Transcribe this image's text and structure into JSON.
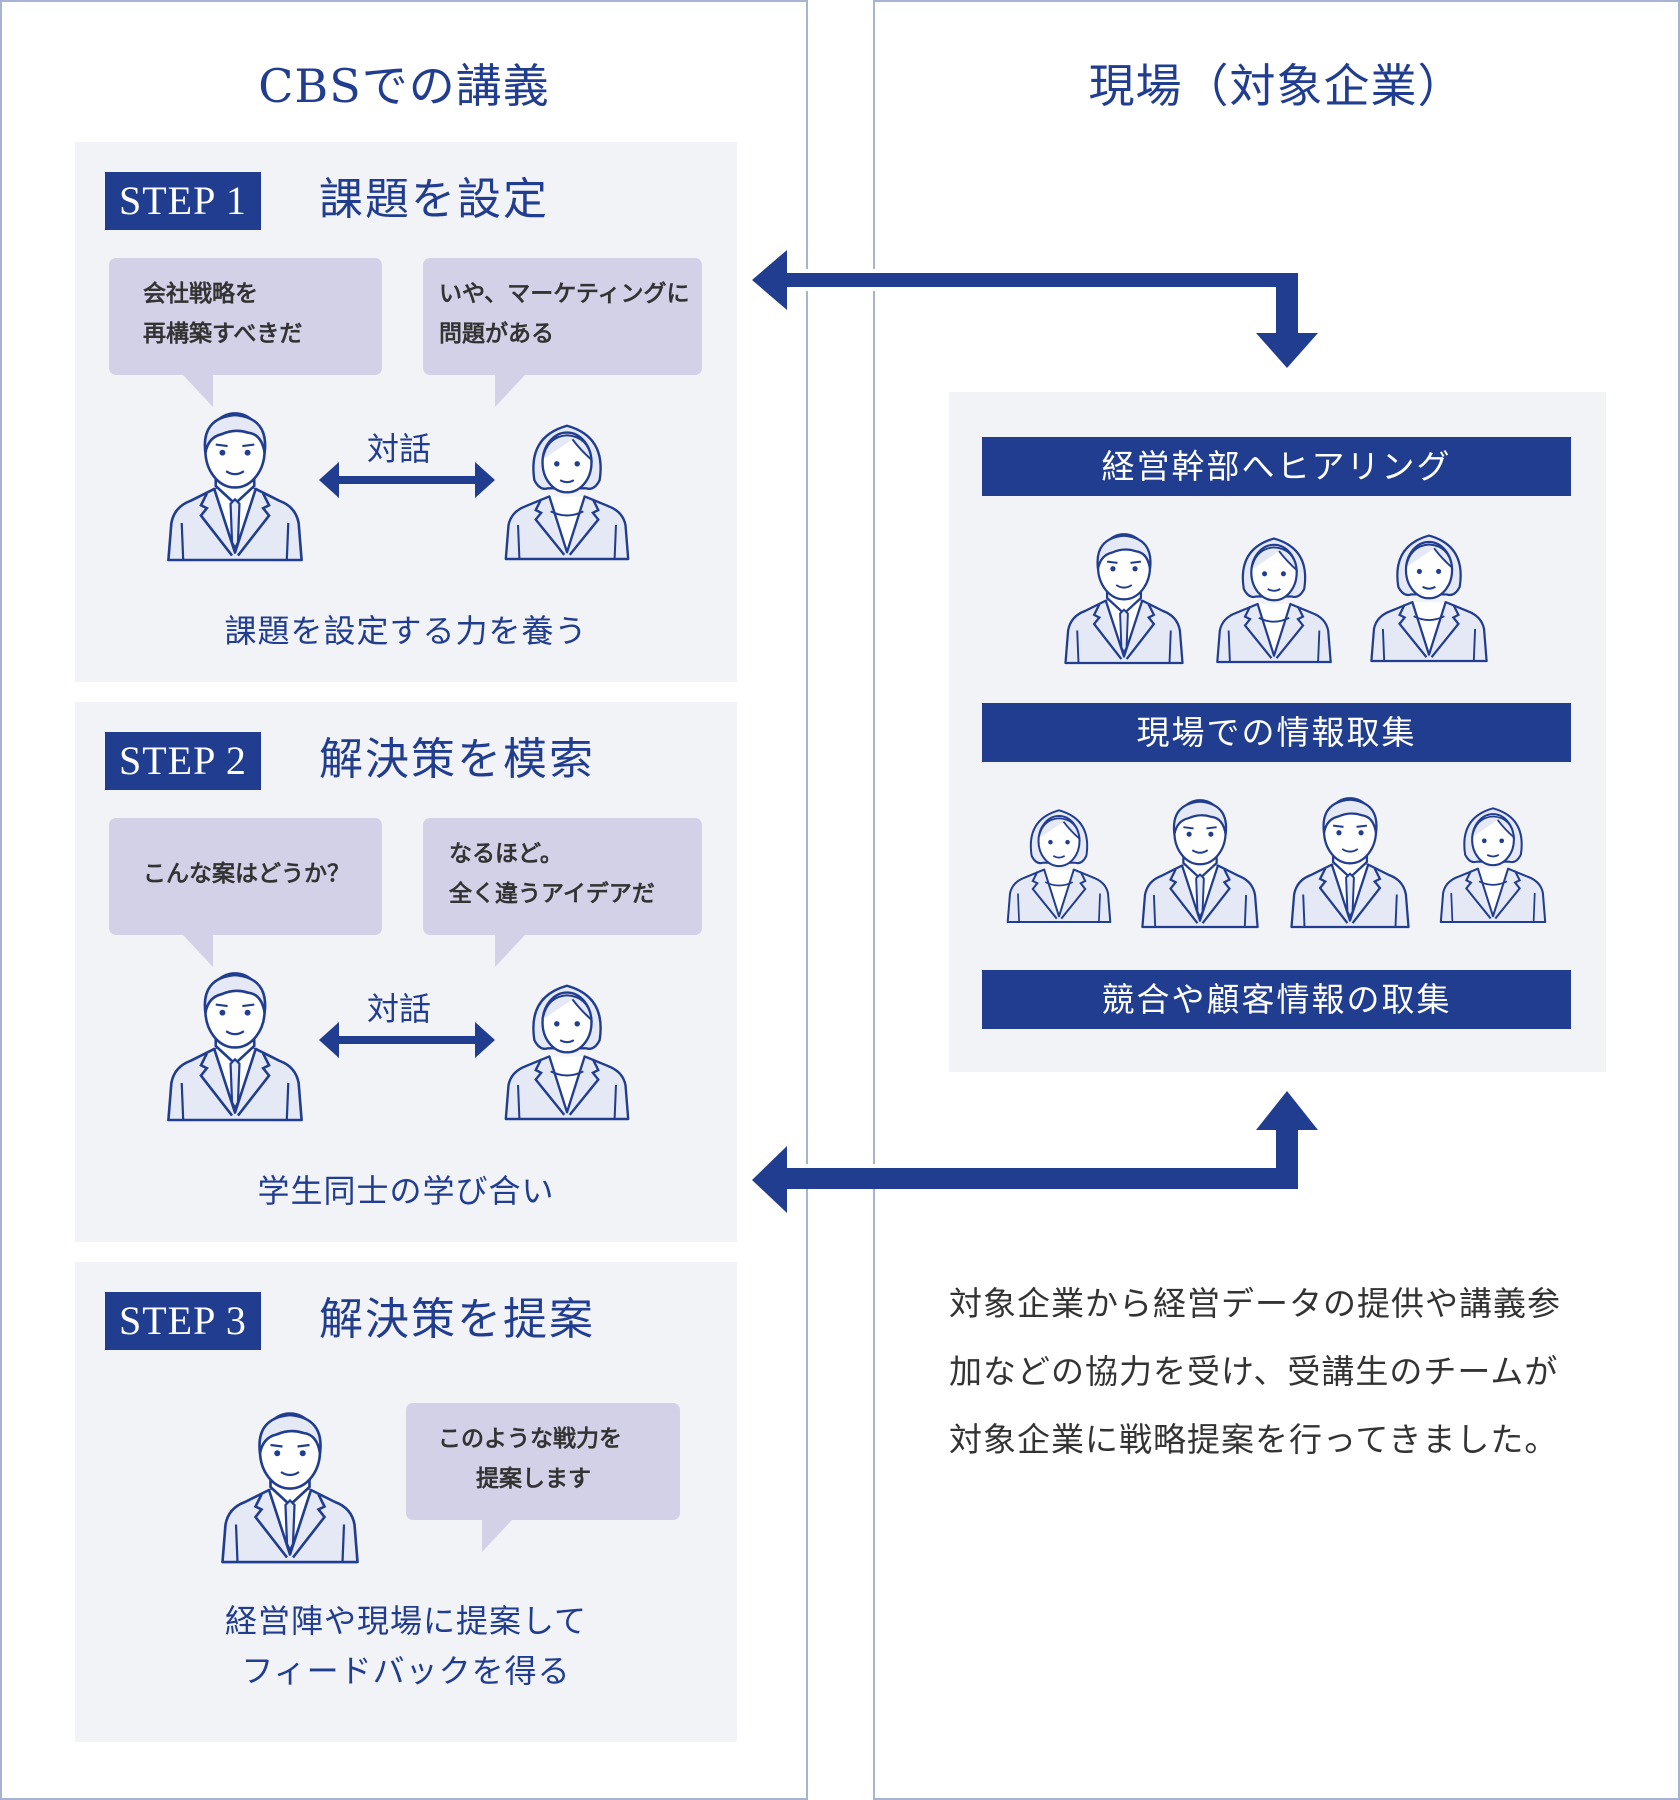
{
  "colors": {
    "navy": "#213d8f",
    "box_bg": "#f2f3f7",
    "bubble_bg": "#d3d1e7",
    "panel_border": "#a6b3d3"
  },
  "left_panel": {
    "title": "CBSでの講義",
    "steps": [
      {
        "badge": "STEP 1",
        "title": "課題を設定",
        "bubbles": [
          {
            "speaker": "man",
            "lines": [
              "会社戦略を",
              "再構築すべきだ"
            ]
          },
          {
            "speaker": "woman",
            "lines": [
              "いや、マーケティングに",
              "問題がある"
            ]
          }
        ],
        "dialog_label": "対話",
        "caption": [
          "課題を設定する力を養う"
        ]
      },
      {
        "badge": "STEP 2",
        "title": "解決策を模索",
        "bubbles": [
          {
            "speaker": "man",
            "lines": [
              "こんな案はどうか？"
            ]
          },
          {
            "speaker": "woman",
            "lines": [
              "なるほど。",
              "全く違うアイデアだ"
            ]
          }
        ],
        "dialog_label": "対話",
        "caption": [
          "学生同士の学び合い"
        ]
      },
      {
        "badge": "STEP 3",
        "title": "解決策を提案",
        "bubbles": [
          {
            "speaker": "man",
            "lines": [
              "このような戦力を",
              "提案します"
            ]
          }
        ],
        "caption": [
          "経営陣や現場に提案して",
          "フィードバックを得る"
        ]
      }
    ]
  },
  "right_panel": {
    "title": "現場（対象企業）",
    "banners": [
      "経営幹部へヒアリング",
      "現場での情報取集",
      "競合や顧客情報の取集"
    ],
    "executives": [
      "senior-man-glasses",
      "woman-bob",
      "young-man"
    ],
    "staff": [
      "woman-short-hair",
      "man-glasses",
      "man-shirt",
      "woman-ponytail"
    ],
    "description": [
      "対象企業から経営データの提供や講義参",
      "加などの協力を受け、受講生のチームが",
      "対象企業に戦略提案を行ってきました。"
    ]
  },
  "flows": [
    {
      "from": "step-1",
      "to": "right-box",
      "direction": "bidirectional-down"
    },
    {
      "from": "right-box",
      "to": "step-2",
      "direction": "bidirectional-up"
    }
  ]
}
